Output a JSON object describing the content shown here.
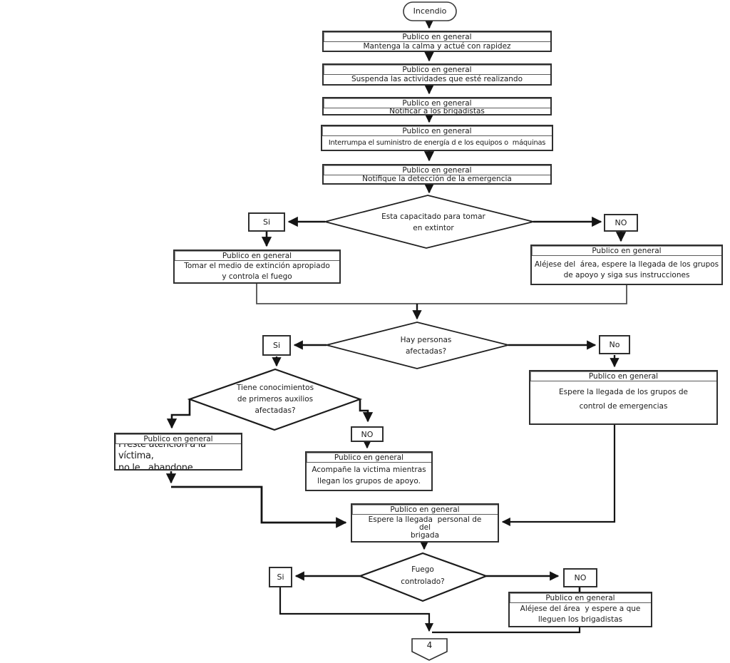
{
  "diagram": {
    "start_label": "Incendio",
    "offpage_connector_label": "4"
  },
  "steps": [
    {
      "header": "Publico en general",
      "body": "Mantenga la calma y actué con rapidez"
    },
    {
      "header": "Publico en general",
      "body": "Suspenda las actividades que esté realizando"
    },
    {
      "header": "Publico en general",
      "body": "Notificar a los brigadistas"
    },
    {
      "header": "Publico en general",
      "body": "Interrumpa el suministro de energía d e los equipos o  máquinas"
    },
    {
      "header": "Publico en general",
      "body": "Notifique la detección de la emergencia"
    }
  ],
  "decisions": {
    "capacitado": {
      "text": "Esta capacitado para tomar\nen extintor",
      "yes_label": "Si",
      "no_label": "NO"
    },
    "afectadas": {
      "text": "Hay personas\nafectadas?",
      "yes_label": "Si",
      "no_label": "No"
    },
    "auxilios": {
      "text": "Tiene conocimientos\nde primeros auxilios\nafectadas?",
      "no_label": "NO"
    },
    "fuego": {
      "text": "Fuego\ncontrolado?",
      "yes_label": "Si",
      "no_label": "NO"
    }
  },
  "boxes": {
    "tomar_extincion": {
      "header": "Publico en general",
      "body": "Tomar el medio de extinción apropiado\ny controla el fuego"
    },
    "alejese_grupos": {
      "header": "Publico en general",
      "body": "Aléjese del  área, espere la llegada de los grupos\nde apoyo y siga sus instrucciones"
    },
    "espere_grupos": {
      "header": "Publico en general",
      "body": "Espere la llegada de los grupos de\ncontrol de emerge​ncias"
    },
    "preste_atencion": {
      "header": "Publico en general",
      "body": "Preste atención a la víctima,\nno le   abandone."
    },
    "acompane_victima": {
      "header": "Publico en general",
      "body": "Acompañe la victima mientras\nllegan los grupos de apoyo."
    },
    "espere_brigada": {
      "header": "Publico en general",
      "body": "Espere la llegada  personal de\ndel\nbrigada"
    },
    "alejese_brigadistas": {
      "header": "Publico en general",
      "body": "Aléjese del área  y espere a que\nlleguen los brigadistas"
    }
  }
}
